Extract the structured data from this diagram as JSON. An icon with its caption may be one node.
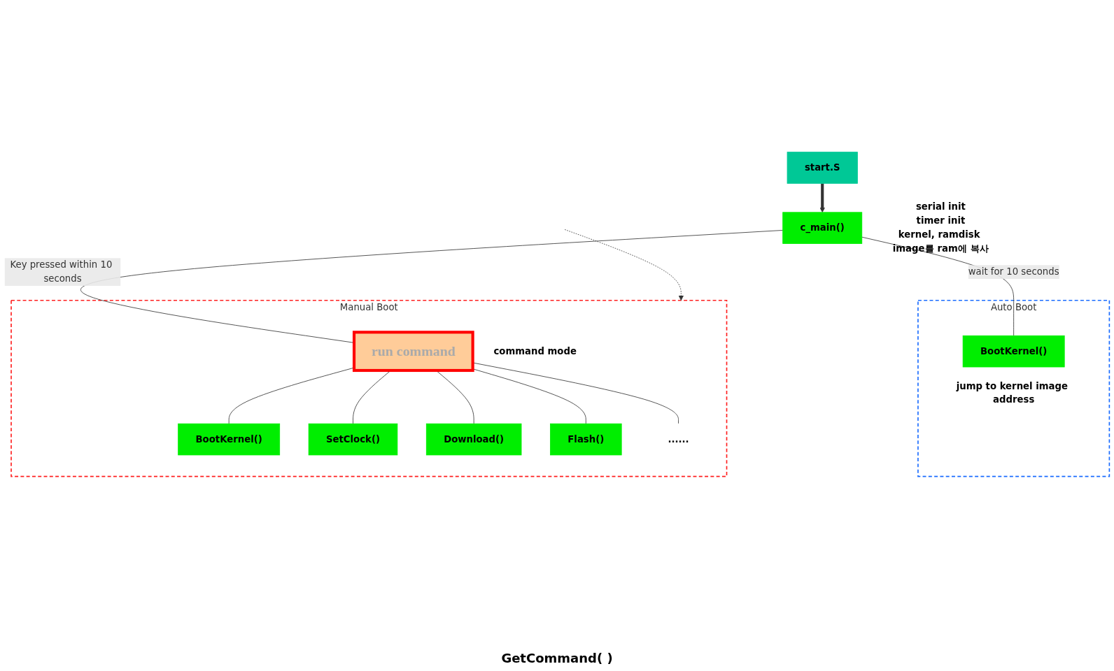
{
  "diagram": {
    "nodes": [
      {
        "text": [
          "start.S"
        ]
      },
      {
        "text": [
          "c_main()"
        ],
        "beside": [
          "serial init",
          "timer init",
          "kernel, ramdisk image를 ram에 복사"
        ]
      },
      {
        "text": [
          "Auto Boot"
        ]
      },
      {
        "text": [
          "BootKernel()"
        ],
        "in": 2,
        "beside": [
          "jump to kernel image address"
        ]
      },
      {
        "text": [
          "Manual Boot"
        ]
      },
      {
        "text": [
          "run command"
        ],
        "in": 4,
        "beside": [
          "command mode"
        ]
      },
      {
        "text": [
          "BootKernel()"
        ],
        "in": 4
      },
      {
        "text": [
          "SetClock()"
        ],
        "in": 4
      },
      {
        "text": [
          "Download()"
        ],
        "in": 4
      },
      {
        "text": [
          "Flash()"
        ],
        "in": 4
      },
      {
        "text": [
          "......"
        ],
        "in": 4
      }
    ],
    "edges": [
      {
        "from": 0,
        "to": 1,
        "arrow": "to",
        "style": "thick"
      },
      {
        "from": 1,
        "to": 3,
        "arrow": "none",
        "label": "wait for 10 seconds"
      },
      {
        "from": 1,
        "to": 5,
        "arrow": "none",
        "label": "Key pressed within 10 seconds"
      },
      {
        "from": 5,
        "to": 6,
        "arrow": "none"
      },
      {
        "from": 5,
        "to": 7,
        "arrow": "none"
      },
      {
        "from": 5,
        "to": 8,
        "arrow": "none"
      },
      {
        "from": 5,
        "to": 9,
        "arrow": "none"
      },
      {
        "from": 5,
        "to": 10,
        "arrow": "none"
      },
      {
        "from": null,
        "to": 4,
        "arrow": "to",
        "style": "dashed"
      }
    ],
    "labels": [
      "GetCommand( )"
    ]
  }
}
